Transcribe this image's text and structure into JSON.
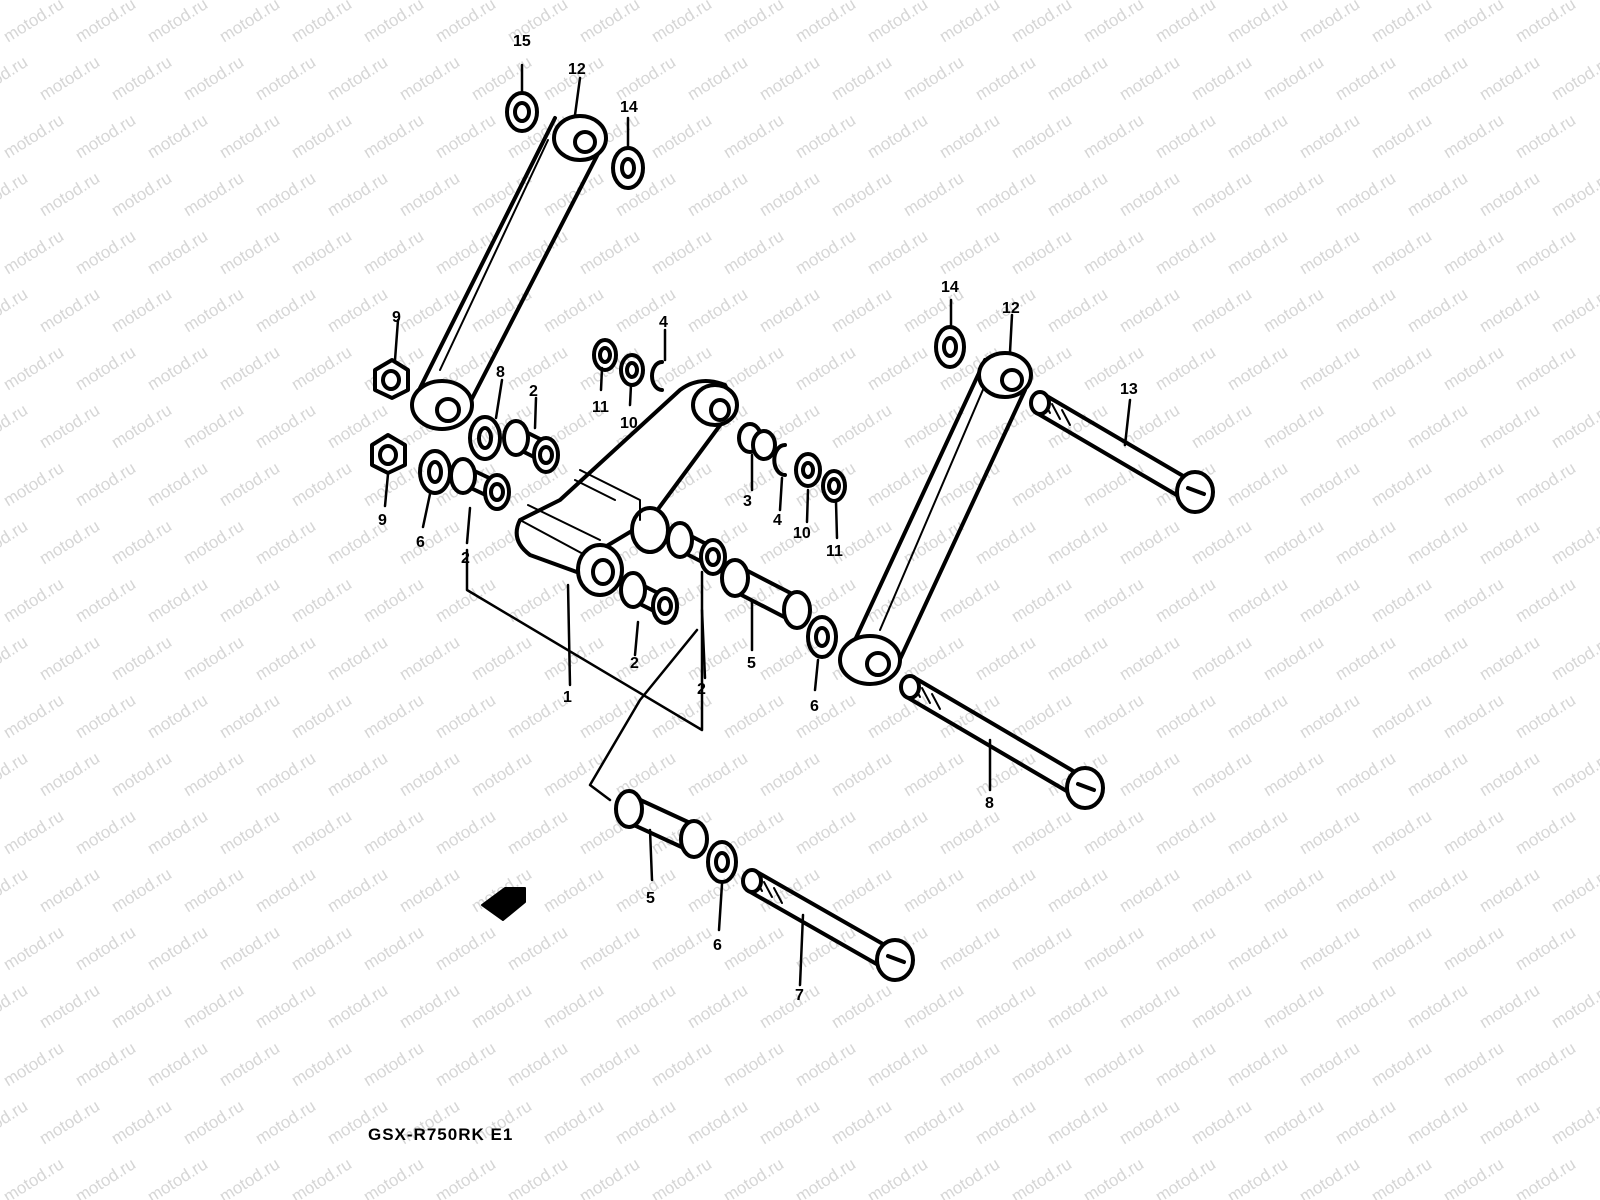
{
  "watermark": {
    "text": "motod.ru",
    "color": "#d6d6d6"
  },
  "diagram": {
    "model_label": "GSX-R750RK E1",
    "callouts": {
      "bushing_2a": "2",
      "bushing_2b": "2",
      "bushing_2c": "2",
      "bushing_2d": "2",
      "lever_1": "1",
      "bushing_3": "3",
      "circlip_4a": "4",
      "circlip_4b": "4",
      "spacer_5a": "5",
      "spacer_5b": "5",
      "washer_6a": "6",
      "washer_6b": "6",
      "washer_6c": "6",
      "bolt_7": "7",
      "bolt_8": "8",
      "washer_8b": "8",
      "nut_9a": "9",
      "nut_9b": "9",
      "washer_10a": "10",
      "washer_10b": "10",
      "nut_11a": "11",
      "nut_11b": "11",
      "rod_12a": "12",
      "rod_12b": "12",
      "bolt_13": "13",
      "washer_14a": "14",
      "washer_14b": "14",
      "nut_15": "15"
    }
  }
}
